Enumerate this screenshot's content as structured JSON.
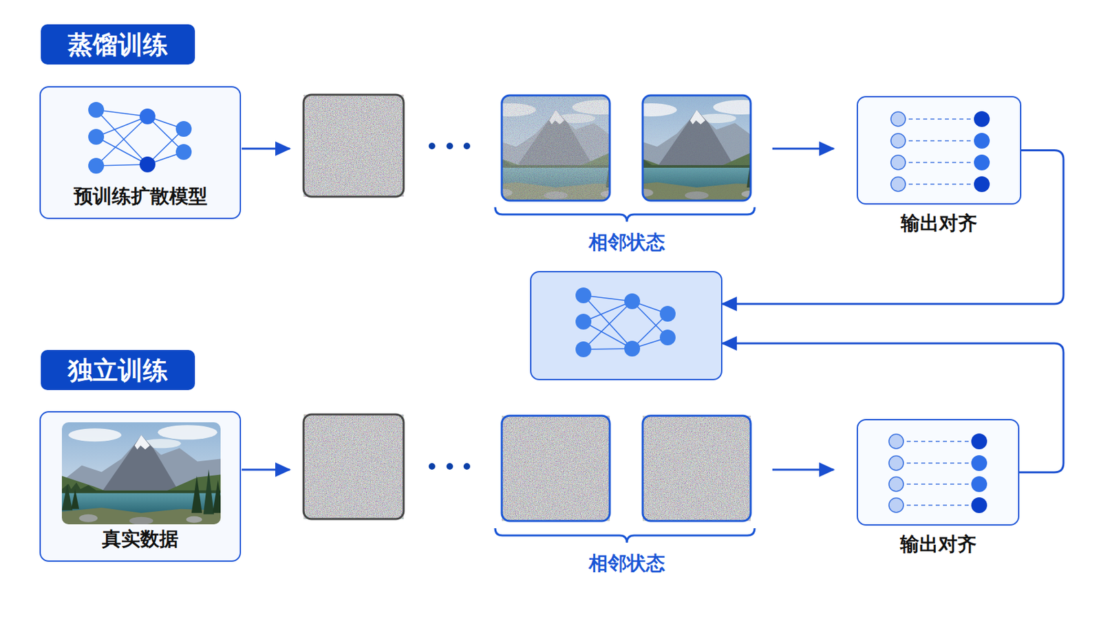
{
  "diagram": {
    "nodes": [
      {
        "text": [
          "蒸馏训练"
        ]
      },
      {
        "text": [
          "预训练扩散模型"
        ]
      },
      {
        "text": [
          "输出对齐"
        ]
      },
      {
        "text": []
      },
      {
        "text": [
          "独立训练"
        ]
      },
      {
        "text": [
          "真实数据"
        ]
      },
      {
        "text": [
          "输出对齐"
        ]
      }
    ],
    "edges": [
      {
        "from": 2,
        "to": 3,
        "arrow": "to"
      },
      {
        "from": 6,
        "to": 3,
        "arrow": "to"
      }
    ],
    "labels": [
      "相邻状态",
      "相邻状态"
    ]
  }
}
